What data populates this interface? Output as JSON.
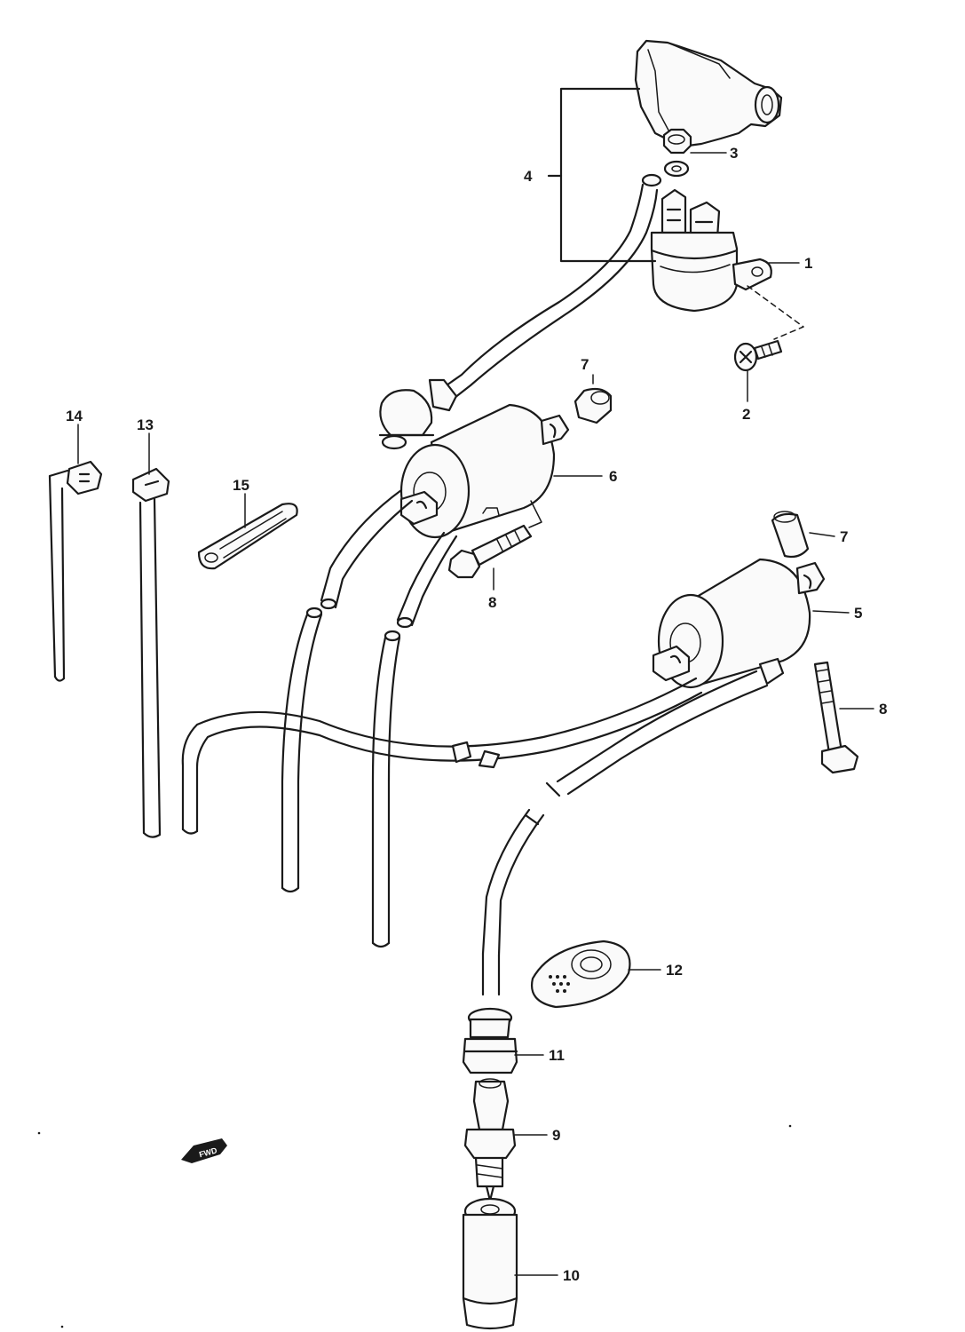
{
  "diagram": {
    "callouts": [
      {
        "id": "c1",
        "label": "1"
      },
      {
        "id": "c2",
        "label": "2"
      },
      {
        "id": "c3",
        "label": "3"
      },
      {
        "id": "c4",
        "label": "4"
      },
      {
        "id": "c5",
        "label": "5"
      },
      {
        "id": "c6",
        "label": "6"
      },
      {
        "id": "c7a",
        "label": "7"
      },
      {
        "id": "c7b",
        "label": "7"
      },
      {
        "id": "c8a",
        "label": "8"
      },
      {
        "id": "c8b",
        "label": "8"
      },
      {
        "id": "c9",
        "label": "9"
      },
      {
        "id": "c10",
        "label": "10"
      },
      {
        "id": "c11",
        "label": "11"
      },
      {
        "id": "c12",
        "label": "12"
      },
      {
        "id": "c13",
        "label": "13"
      },
      {
        "id": "c14",
        "label": "14"
      },
      {
        "id": "c15",
        "label": "15"
      }
    ],
    "direction_marker": "FWD"
  }
}
